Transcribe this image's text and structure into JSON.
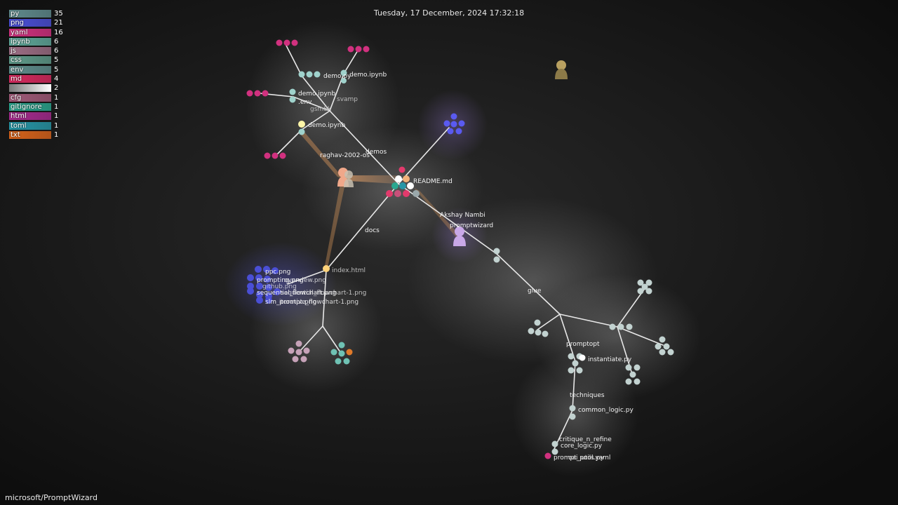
{
  "header": {
    "timestamp": "Tuesday, 17 December, 2024 17:32:18"
  },
  "footer": {
    "repo_name": "microsoft/PromptWizard"
  },
  "legend": [
    {
      "ext": "py",
      "count": "35",
      "color": "#5f8a8c"
    },
    {
      "ext": "png",
      "count": "21",
      "color": "#4a4fd6"
    },
    {
      "ext": "yaml",
      "count": "16",
      "color": "#d1317f"
    },
    {
      "ext": "ipynb",
      "count": "6",
      "color": "#5fa89a"
    },
    {
      "ext": "js",
      "count": "6",
      "color": "#9c6d84"
    },
    {
      "ext": "css",
      "count": "5",
      "color": "#5f9a8a"
    },
    {
      "ext": "env",
      "count": "5",
      "color": "#5e8d8c"
    },
    {
      "ext": "md",
      "count": "4",
      "color": "#d6295e"
    },
    {
      "ext": "",
      "count": "2",
      "color": "#ffffff"
    },
    {
      "ext": "cfg",
      "count": "1",
      "color": "#a05a78"
    },
    {
      "ext": "gitignore",
      "count": "1",
      "color": "#2aa78f"
    },
    {
      "ext": "html",
      "count": "1",
      "color": "#a62a8e"
    },
    {
      "ext": "toml",
      "count": "1",
      "color": "#2696a6"
    },
    {
      "ext": "txt",
      "count": "1",
      "color": "#d6621a"
    }
  ],
  "graph": {
    "dir_labels": {
      "demos": "demos",
      "docs": "docs",
      "glue": "glue",
      "promptopt": "promptopt",
      "techniques": "techniques",
      "critique_n_refine": "critique_n_refine",
      "svamp": "svamp",
      "gsm8k": "gsm8k"
    },
    "file_labels": {
      "readme": "README.md",
      "index_html": "index.html",
      "demo_py": "demo.py",
      "demo_ipynb_1": "demo.ipynb",
      "demo_ipynb_2": "demo.ipynb",
      "env": ".env",
      "demo_ipynb_3": "demo.ipynb",
      "instantiate_py": "instantiate.py",
      "common_logic_py": "common_logic.py",
      "core_logic_py": "core_logic.py",
      "prompt_pool_yaml": "prompt_pool.yaml",
      "oai_utils_py": "oai_utils.py",
      "png_1": "ppc.png",
      "png_2": "prompting.png",
      "png_3": "overview.png",
      "png_4": "github.png",
      "png_5": "sequential_flowchart.png",
      "png_6": "slm_prompt.png",
      "png_7": "iterative_flowchart-1.png",
      "png_8": "sequential_flowchart-1.png"
    },
    "users": {
      "raghav": "raghav-2002-os",
      "akshay": "Akshay Nambi",
      "promptwizard": "promptwizard"
    }
  }
}
